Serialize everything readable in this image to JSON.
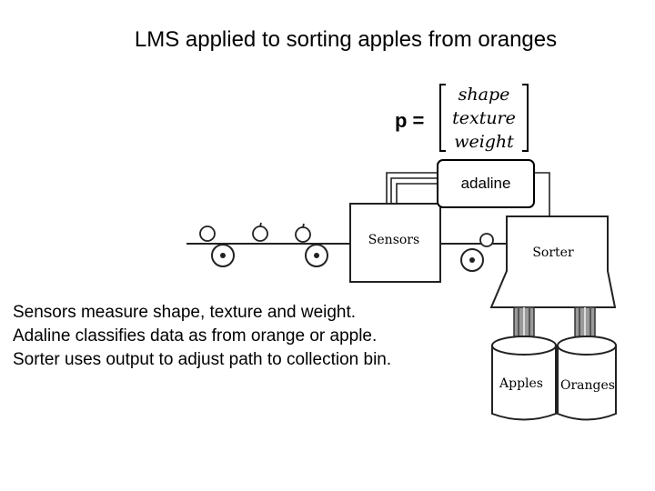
{
  "title": "LMS applied to sorting apples from oranges",
  "equation": {
    "lhs": "p =",
    "rows": [
      "shape",
      "texture",
      "weight"
    ]
  },
  "adaline_label": "adaline",
  "sensors_label": "Sensors",
  "sorter_label": "Sorter",
  "bins": {
    "apples": "Apples",
    "oranges": "Oranges"
  },
  "caption": [
    "Sensors measure shape, texture and weight.",
    "Adaline classifies data as from orange or apple.",
    "Sorter uses output to adjust path to collection bin."
  ]
}
